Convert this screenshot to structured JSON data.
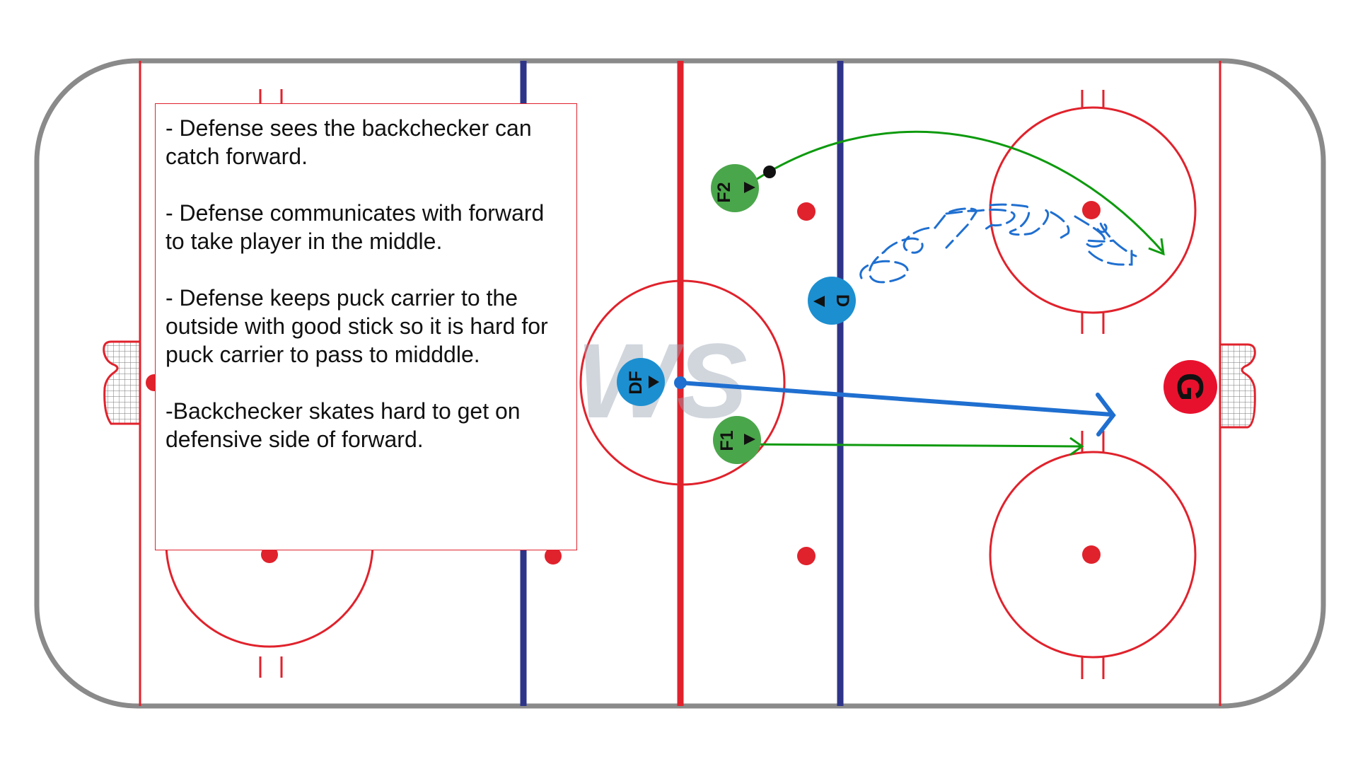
{
  "notes": [
    "- Defense sees the backchecker can catch forward.",
    "- Defense communicates with forward to take player in the middle.",
    "- Defense keeps puck carrier to the outside with good stick so it is hard for puck carrier to pass to midddle.",
    "-Backchecker skates hard to get on defensive side of forward."
  ],
  "players": {
    "f2": "F2",
    "d": "D",
    "df": "DF",
    "f1": "F1",
    "goalie": "G"
  },
  "watermark": "WS",
  "colors": {
    "rink_border": "#8a8a8a",
    "red_line": "#e0222c",
    "blue_line": "#2e3488",
    "forward": "#4aa64a",
    "defense": "#1c8fd0",
    "goalie": "#e8112d",
    "pass_arrow": "#0e9a0e",
    "skate_path": "#1f6fd0"
  }
}
